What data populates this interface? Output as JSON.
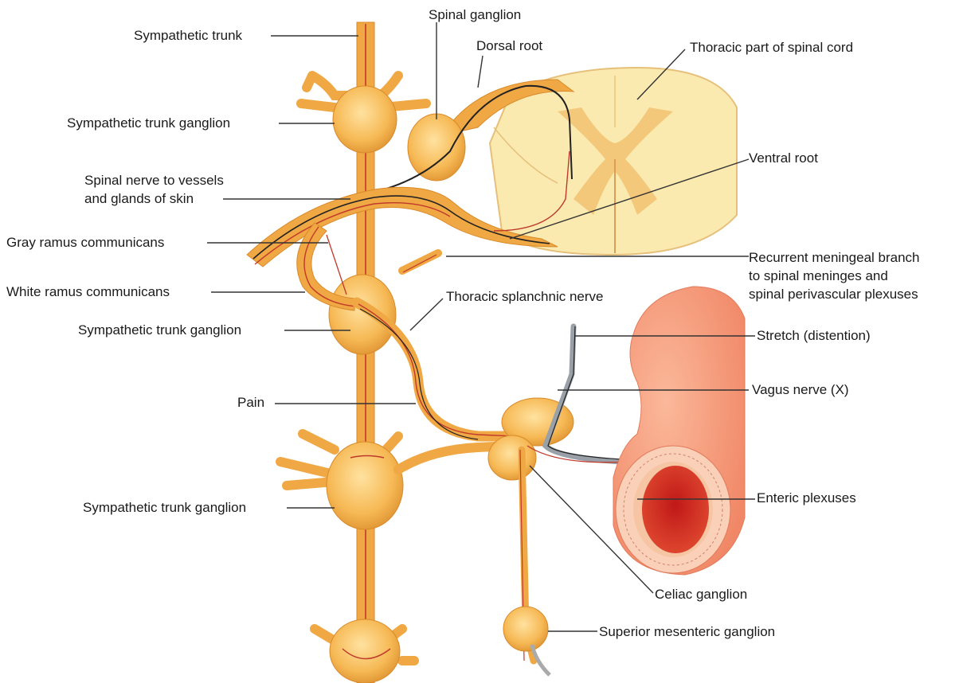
{
  "labels": {
    "sympathetic_trunk": "Sympathetic trunk",
    "spinal_ganglion": "Spinal ganglion",
    "dorsal_root": "Dorsal root",
    "thoracic_spinal_cord": "Thoracic part of spinal cord",
    "sympathetic_trunk_ganglion_1": "Sympathetic trunk ganglion",
    "spinal_nerve_line1": "Spinal nerve to vessels",
    "spinal_nerve_line2": "and glands of skin",
    "ventral_root": "Ventral root",
    "gray_ramus": "Gray ramus communicans",
    "recurrent_line1": "Recurrent meningeal branch",
    "recurrent_line2": "to spinal meninges and",
    "recurrent_line3": "spinal perivascular plexuses",
    "white_ramus": "White ramus communicans",
    "thoracic_splanchnic": "Thoracic splanchnic nerve",
    "sympathetic_trunk_ganglion_2": "Sympathetic trunk ganglion",
    "stretch": "Stretch (distention)",
    "vagus": "Vagus nerve (X)",
    "pain": "Pain",
    "sympathetic_trunk_ganglion_3": "Sympathetic trunk ganglion",
    "enteric": "Enteric plexuses",
    "celiac": "Celiac ganglion",
    "superior_mesenteric": "Superior mesenteric ganglion"
  },
  "colors": {
    "nerve": "#f0a844",
    "nerve_dark": "#d98a2a",
    "ganglion": "#f6b955",
    "cord_light": "#fbeab0",
    "cord_gray": "#f4c87a",
    "fiber_red": "#c0392b",
    "fiber_black": "#222222",
    "organ_outer": "#f49a7a",
    "organ_inner": "#d8322a"
  }
}
